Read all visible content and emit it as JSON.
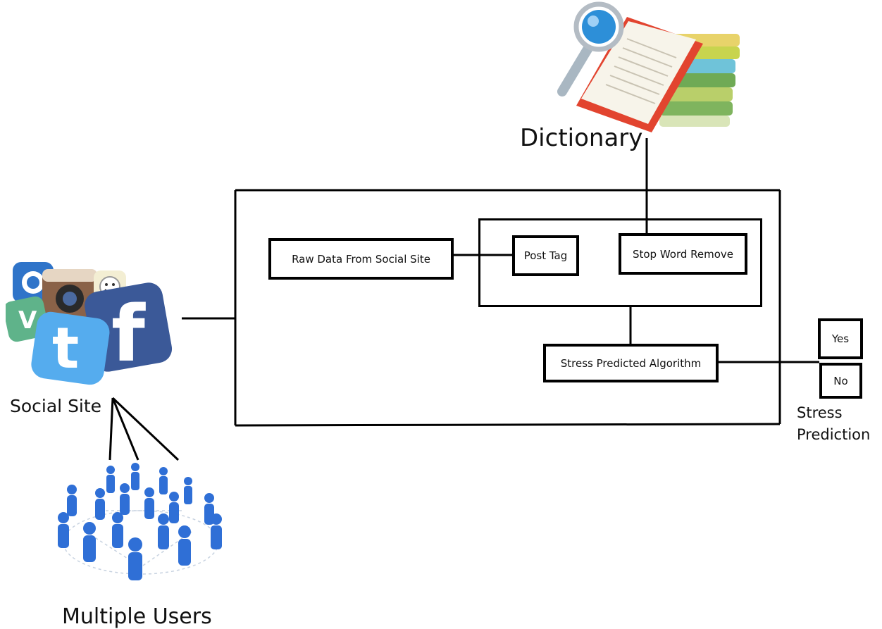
{
  "labels": {
    "dictionary": "Dictionary",
    "social_site": "Social Site",
    "multiple_users": "Multiple Users",
    "stress_prediction_line1": "Stress",
    "stress_prediction_line2": "Prediction"
  },
  "boxes": {
    "raw_data": "Raw Data From Social Site",
    "post_tag": "Post Tag",
    "stop_word_remove": "Stop Word Remove",
    "stress_algorithm": "Stress Predicted Algorithm",
    "yes": "Yes",
    "no": "No"
  },
  "icons": {
    "dictionary": "books-with-magnifier-icon",
    "social_site": "social-media-apps-icon",
    "multiple_users": "user-network-icon"
  },
  "colors": {
    "facebook_blue": "#3b5998",
    "twitter_blue": "#55acee",
    "user_blue": "#2f6fd6",
    "book_red": "#e2442f",
    "magnifier_blue": "#2d8fd8"
  }
}
